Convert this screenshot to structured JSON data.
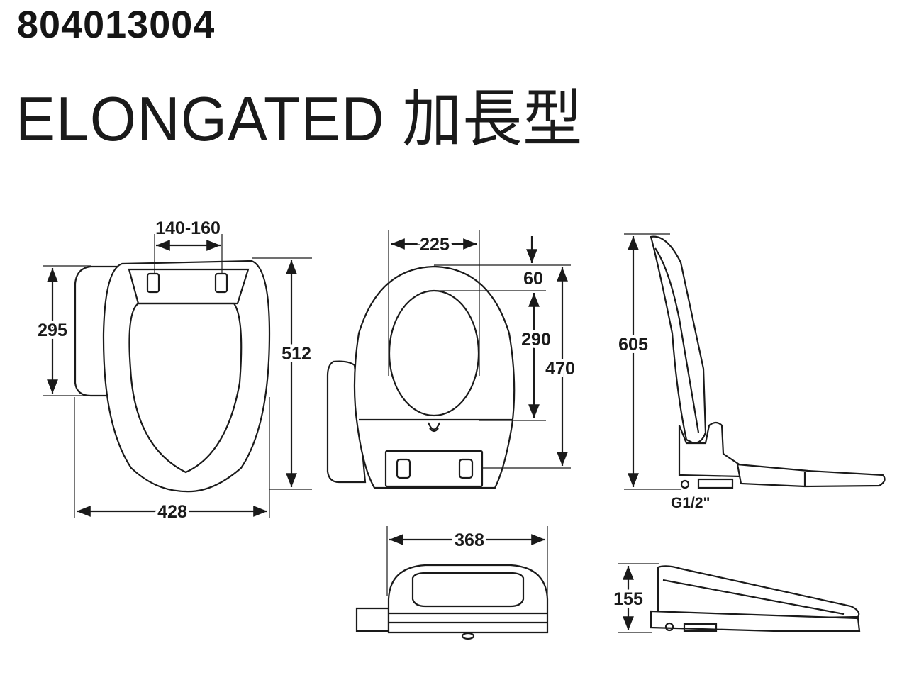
{
  "header": {
    "model_number": "804013004",
    "title": "ELONGATED 加長型"
  },
  "dimensions": {
    "top_view": {
      "hinge_spacing": "140-160",
      "panel_depth": "295",
      "overall_length": "512",
      "overall_width": "428"
    },
    "open_view": {
      "opening_width": "225",
      "front_offset": "60",
      "opening_length": "290",
      "seat_length": "470"
    },
    "side_open_view": {
      "height_open": "605",
      "connection": "G1/2\""
    },
    "front_view": {
      "width": "368"
    },
    "side_closed_view": {
      "height": "155"
    }
  }
}
